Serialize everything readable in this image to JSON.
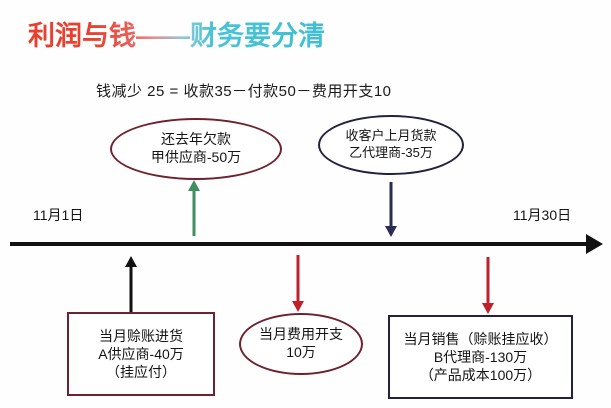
{
  "title": "利润与钱——财务要分清",
  "formula": "钱减少 25 = 收款35－付款50－费用开支10",
  "timeline": {
    "start_label": "11月1日",
    "end_label": "11月30日",
    "axis_color": "#111111"
  },
  "nodes": {
    "ellipse_top_left": {
      "line1": "还去年欠款",
      "line2": "甲供应商-50万",
      "border_color": "#6e2230"
    },
    "ellipse_top_right": {
      "line1": "收客户上月货款",
      "line2": "乙代理商-35万",
      "border_color": "#22223f"
    },
    "ellipse_bottom_middle": {
      "line1": "当月费用开支",
      "line2": "10万",
      "border_color": "#6e2230"
    },
    "box_bottom_left": {
      "line1": "当月赊账进货",
      "line2": "A供应商-40万",
      "line3": "（挂应付）",
      "border_color": "#6e2230"
    },
    "box_bottom_right": {
      "line1": "当月销售（赊账挂应收）",
      "line2": "B代理商-130万",
      "line3": "（产品成本100万）",
      "border_color": "#22223f"
    }
  },
  "arrows": {
    "green_up": {
      "direction": "up",
      "color": "#3f8f62"
    },
    "navy_down": {
      "direction": "down",
      "color": "#2b2b55"
    },
    "black_up": {
      "direction": "up",
      "color": "#111111"
    },
    "red_down_middle": {
      "direction": "down",
      "color": "#c0202c"
    },
    "red_down_right": {
      "direction": "down",
      "color": "#c0202c"
    }
  }
}
